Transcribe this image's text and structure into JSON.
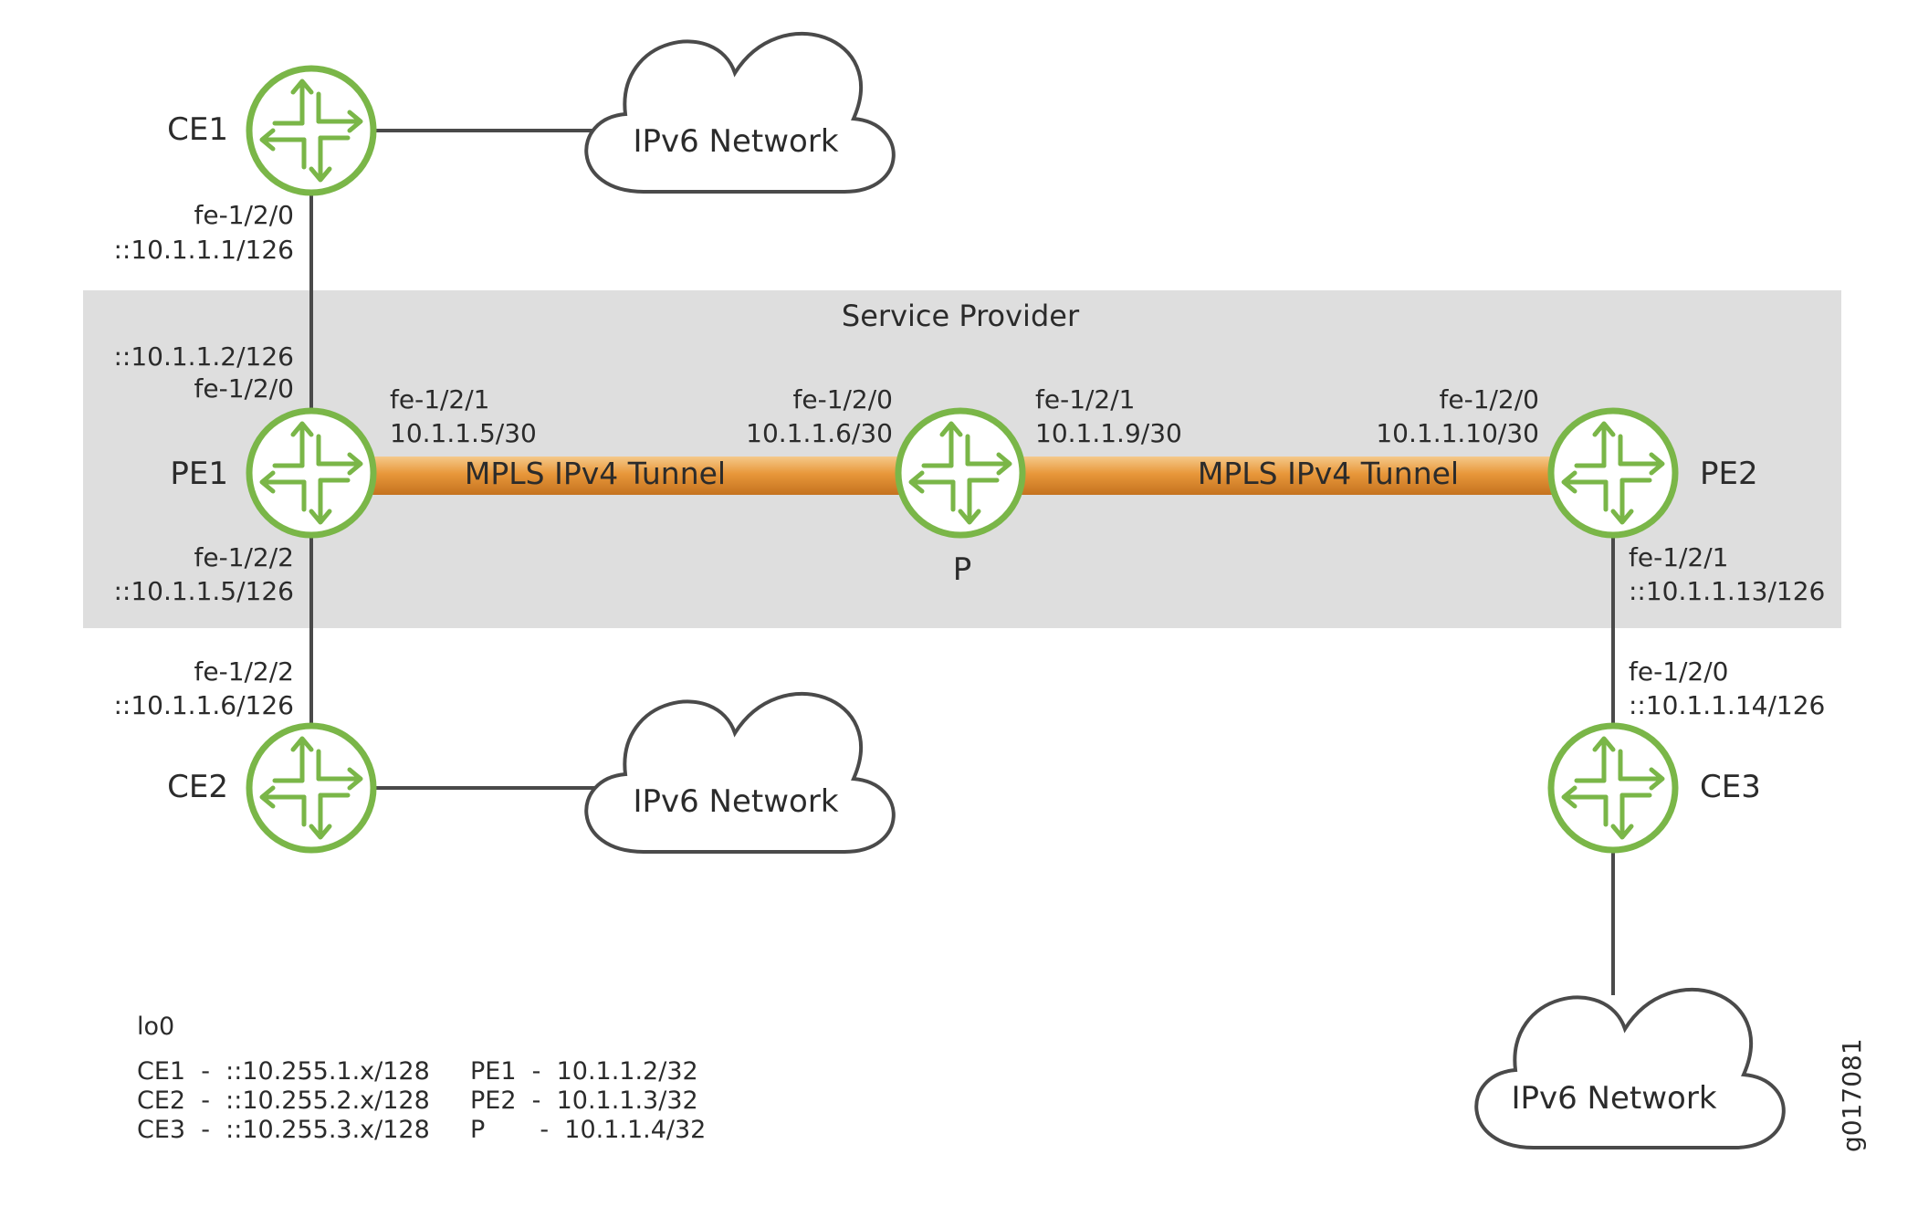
{
  "region": {
    "label": "Service Provider"
  },
  "nodes": {
    "ce1": "CE1",
    "ce2": "CE2",
    "ce3": "CE3",
    "pe1": "PE1",
    "pe2": "PE2",
    "p": "P"
  },
  "clouds": {
    "cloud1": "IPv6 Network",
    "cloud2": "IPv6 Network",
    "cloud3": "IPv6 Network"
  },
  "tunnels": {
    "left": "MPLS IPv4 Tunnel",
    "right": "MPLS IPv4 Tunnel"
  },
  "interfaces": {
    "ce1_if": "fe-1/2/0",
    "ce1_addr": "::10.1.1.1/126",
    "pe1_top_addr": "::10.1.1.2/126",
    "pe1_top_if": "fe-1/2/0",
    "pe1_right_if": "fe-1/2/1",
    "pe1_right_addr": "10.1.1.5/30",
    "p_left_if": "fe-1/2/0",
    "p_left_addr": "10.1.1.6/30",
    "p_right_if": "fe-1/2/1",
    "p_right_addr": "10.1.1.9/30",
    "pe2_left_if": "fe-1/2/0",
    "pe2_left_addr": "10.1.1.10/30",
    "pe1_bottom_if": "fe-1/2/2",
    "pe1_bottom_addr": "::10.1.1.5/126",
    "ce2_if": "fe-1/2/2",
    "ce2_addr": "::10.1.1.6/126",
    "pe2_bottom_if": "fe-1/2/1",
    "pe2_bottom_addr": "::10.1.1.13/126",
    "ce3_if": "fe-1/2/0",
    "ce3_addr": "::10.1.1.14/126"
  },
  "legend": {
    "title": "lo0",
    "rows": [
      {
        "ce": "CE1  -  ::10.255.1.x/128",
        "pe": "PE1  -  10.1.1.2/32"
      },
      {
        "ce": "CE2  -  ::10.255.2.x/128",
        "pe": "PE2  -  10.1.1.3/32"
      },
      {
        "ce": "CE3  -  ::10.255.3.x/128",
        "pe": "P       -  10.1.1.4/32"
      }
    ]
  },
  "figure_id": "g017081",
  "colors": {
    "router_stroke": "#7ab648",
    "tunnel": "#e8973a",
    "region": "#dedede",
    "line": "#4a4a4a"
  }
}
